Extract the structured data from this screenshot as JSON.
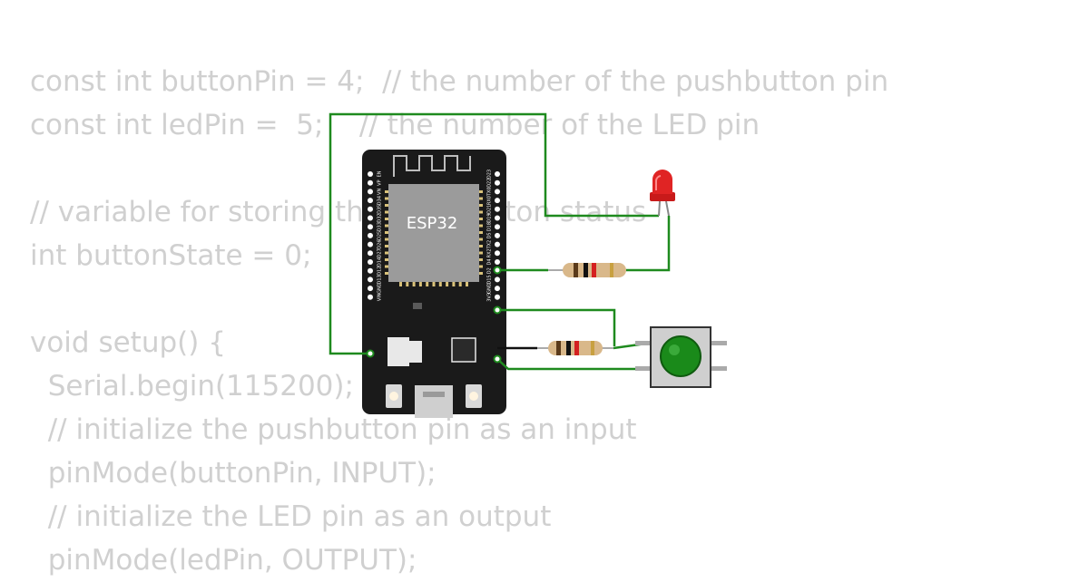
{
  "code": {
    "lines": [
      "const int buttonPin = 4;  // the number of the pushbutton pin",
      "const int ledPin =  5;    // the number of the LED pin",
      "",
      "// variable for storing the pushbutton status",
      "int buttonState = 0;",
      "",
      "void setup() {",
      "  Serial.begin(115200);",
      "  // initialize the pushbutton pin as an input",
      "  pinMode(buttonPin, INPUT);",
      "  // initialize the LED pin as an output",
      "  pinMode(ledPin, OUTPUT);"
    ]
  },
  "board": {
    "chip_label": "ESP32",
    "left_pins": [
      "EN",
      "VP",
      "VN",
      "D34",
      "D35",
      "D32",
      "D33",
      "D25",
      "D26",
      "D27",
      "D14",
      "D12",
      "D13",
      "GND",
      "VIN"
    ],
    "right_pins": [
      "D23",
      "D22",
      "TX0",
      "RX0",
      "D21",
      "D19",
      "D18",
      "D5",
      "TX2",
      "RX2",
      "D4",
      "D2",
      "D15",
      "GND",
      "3V3"
    ]
  },
  "colors": {
    "code_text": "#d0d0d0",
    "board": "#1a1a1a",
    "chip": "#9b9b9b",
    "wire": "#1e8a1e",
    "gnd_wire": "#111111",
    "led": "#e02424",
    "button_cap": "#1a8a1a"
  }
}
